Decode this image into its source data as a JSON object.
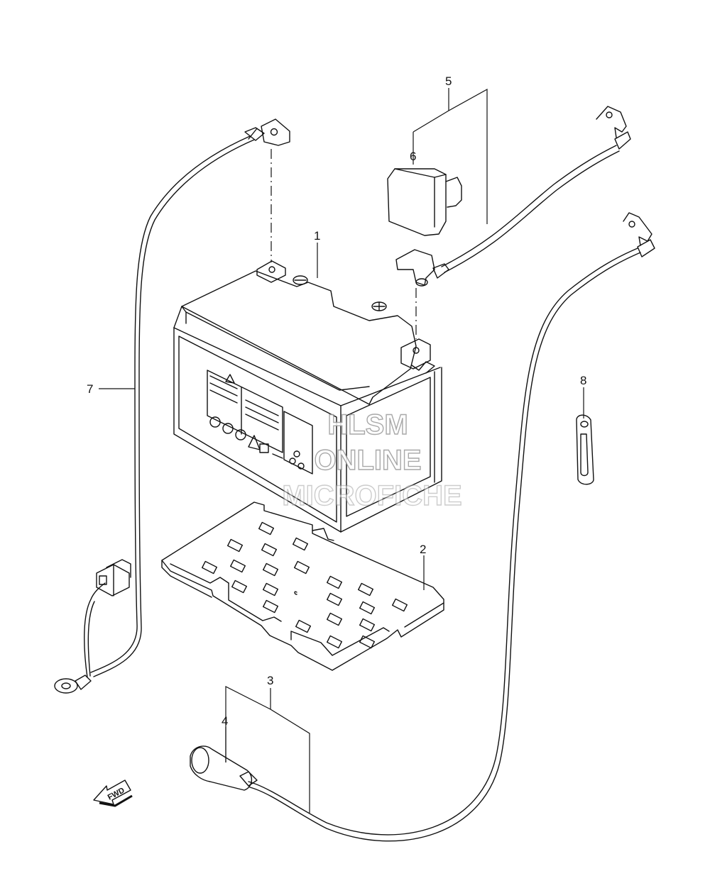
{
  "callouts": [
    "1",
    "2",
    "3",
    "4",
    "5",
    "6",
    "7",
    "8"
  ],
  "watermark": {
    "line1": "HLSM",
    "line2": "ONLINE",
    "line3": "MICROFICHE"
  },
  "direction_arrow": {
    "label": "FWD"
  }
}
